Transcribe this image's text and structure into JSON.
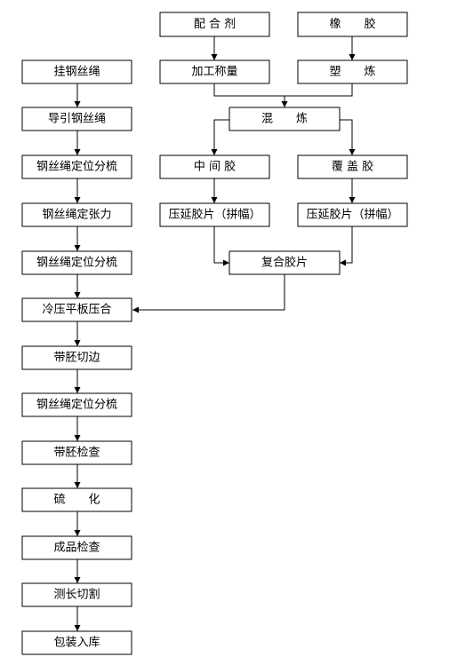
{
  "nodes": {
    "n_peiheji": "配 合 剂",
    "n_xiangjiao": "橡　　胶",
    "n_guagang": "挂钢丝绳",
    "n_jiagong": "加工称量",
    "n_sulian": "塑　　炼",
    "n_yingang": "导引钢丝绳",
    "n_hunlian": "混　　炼",
    "n_dingwei1": "钢丝绳定位分梳",
    "n_zhongjian": "中 间 胶",
    "n_fugai": "覆 盖 胶",
    "n_zhangli": "钢丝绳定张力",
    "n_yayan1": "压延胶片（拼幅）",
    "n_yayan2": "压延胶片（拼幅）",
    "n_dingwei2": "钢丝绳定位分梳",
    "n_fuhe": "复合胶片",
    "n_lengya": "冷压平板压合",
    "n_qiebian": "带胚切边",
    "n_dingwei3": "钢丝绳定位分梳",
    "n_jiancha": "带胚检查",
    "n_liuhua": "硫　　化",
    "n_chengpin": "成品检查",
    "n_qiege": "测长切割",
    "n_baozhuang": "包装入库"
  }
}
